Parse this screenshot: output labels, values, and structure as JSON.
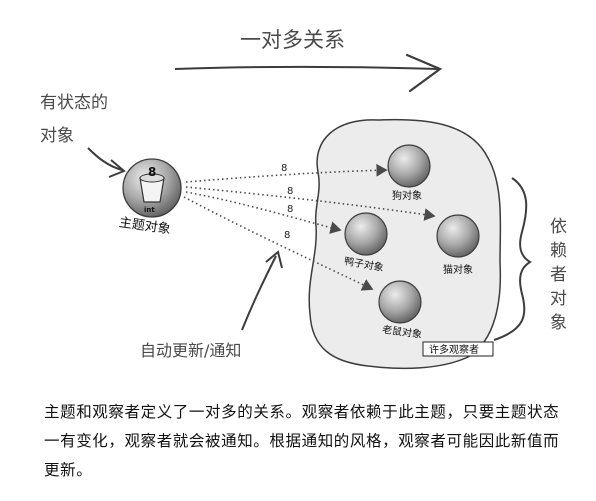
{
  "diagram": {
    "top_arrow_label": "一对多关系",
    "subject_note": "有状态的\n对象",
    "subject_label": "主题对象",
    "subject_value": "8",
    "subject_type": "int",
    "dependents_note": "依\n赖\n者\n对\n象",
    "auto_update_note": "自动更新/通知",
    "observers_box_label": "许多观察者",
    "messages": [
      "8",
      "8",
      "8",
      "8"
    ],
    "observers": [
      "狗对象",
      "鸭子对象",
      "猫对象",
      "老鼠对象"
    ]
  },
  "caption": "主题和观察者定义了一对多的关系。观察者依赖于此主题，只要主题状态一有变化，观察者就会被通知。根据通知的风格，观察者可能因此新值而更新。",
  "colors": {
    "blob_fill": "#ececec",
    "sphere_dark": "#6d6d6d",
    "sphere_light": "#e6e6e6",
    "stroke": "#3c3c3c"
  }
}
